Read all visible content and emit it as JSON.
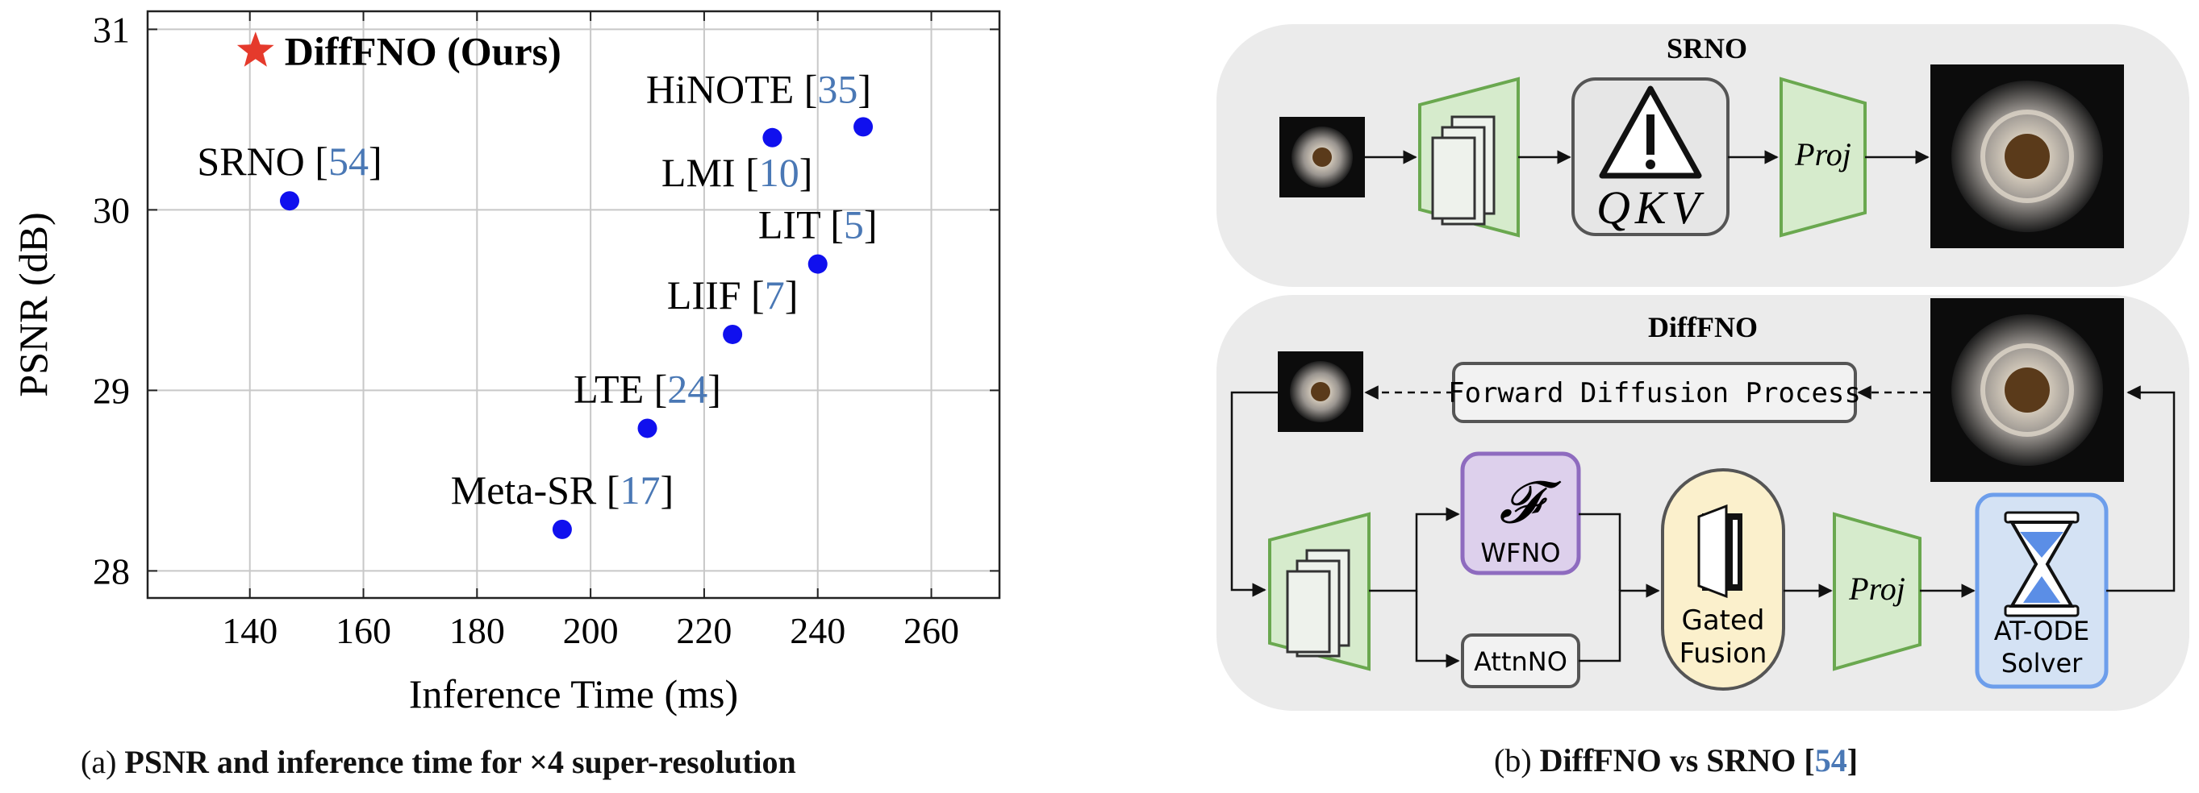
{
  "chart_data": {
    "type": "scatter",
    "xlabel": "Inference Time (ms)",
    "ylabel": "PSNR (dB)",
    "xlim": [
      122,
      272
    ],
    "ylim": [
      27.85,
      31.1
    ],
    "xticks": [
      140,
      160,
      180,
      200,
      220,
      240,
      260
    ],
    "yticks": [
      28,
      29,
      30,
      31
    ],
    "grid": true,
    "highlight_color": "#e53a2c",
    "point_color": "#1010ee",
    "cite_color": "#4a78b5",
    "points": [
      {
        "name": "DiffFNO (Ours)",
        "cite": "",
        "x": 141,
        "y": 30.88,
        "marker": "star",
        "bold": true,
        "label_pos": "right"
      },
      {
        "name": "HiNOTE",
        "cite": "35",
        "x": 248,
        "y": 30.46,
        "marker": "circle",
        "label_pos": "above-left"
      },
      {
        "name": "LMI",
        "cite": "10",
        "x": 232,
        "y": 30.4,
        "marker": "circle",
        "label_pos": "below-left"
      },
      {
        "name": "SRNO",
        "cite": "54",
        "x": 147,
        "y": 30.05,
        "marker": "circle",
        "label_pos": "above"
      },
      {
        "name": "LIT",
        "cite": "5",
        "x": 240,
        "y": 29.7,
        "marker": "circle",
        "label_pos": "above"
      },
      {
        "name": "LIIF",
        "cite": "7",
        "x": 225,
        "y": 29.31,
        "marker": "circle",
        "label_pos": "above"
      },
      {
        "name": "LTE",
        "cite": "24",
        "x": 210,
        "y": 28.79,
        "marker": "circle",
        "label_pos": "above"
      },
      {
        "name": "Meta-SR",
        "cite": "17",
        "x": 195,
        "y": 28.23,
        "marker": "circle",
        "label_pos": "above"
      }
    ]
  },
  "captions": {
    "a_prefix": "(a) ",
    "a_text": "PSNR and inference time for ×4 super-resolution",
    "b_prefix": "(b) ",
    "b_text": "DiffFNO vs SRNO [",
    "b_cite": "54",
    "b_suffix": "]"
  },
  "diagram": {
    "srno_title": "SRNO",
    "difffno_title": "DiffFNO",
    "qkv_label": "QKV",
    "proj_label": "Proj",
    "forward_diffusion": "Forward Diffusion Process",
    "wfno_symbol": "𝓕",
    "wfno_label": "WFNO",
    "attnno_label": "AttnNO",
    "gated_fusion_line1": "Gated",
    "gated_fusion_line2": "Fusion",
    "atode_line1": "AT-ODE",
    "atode_line2": "Solver",
    "colors": {
      "panel_bg": "#ebebeb",
      "encoder_fill": "#d6ebcc",
      "encoder_stroke": "#6aa84f",
      "wfno_fill": "#ddd0ec",
      "wfno_stroke": "#8e6bbf",
      "fusion_fill": "#fbf0cc",
      "atode_fill": "#d4e2f4",
      "atode_stroke": "#6d9eeb",
      "hourglass": "#5b8ee6"
    }
  }
}
